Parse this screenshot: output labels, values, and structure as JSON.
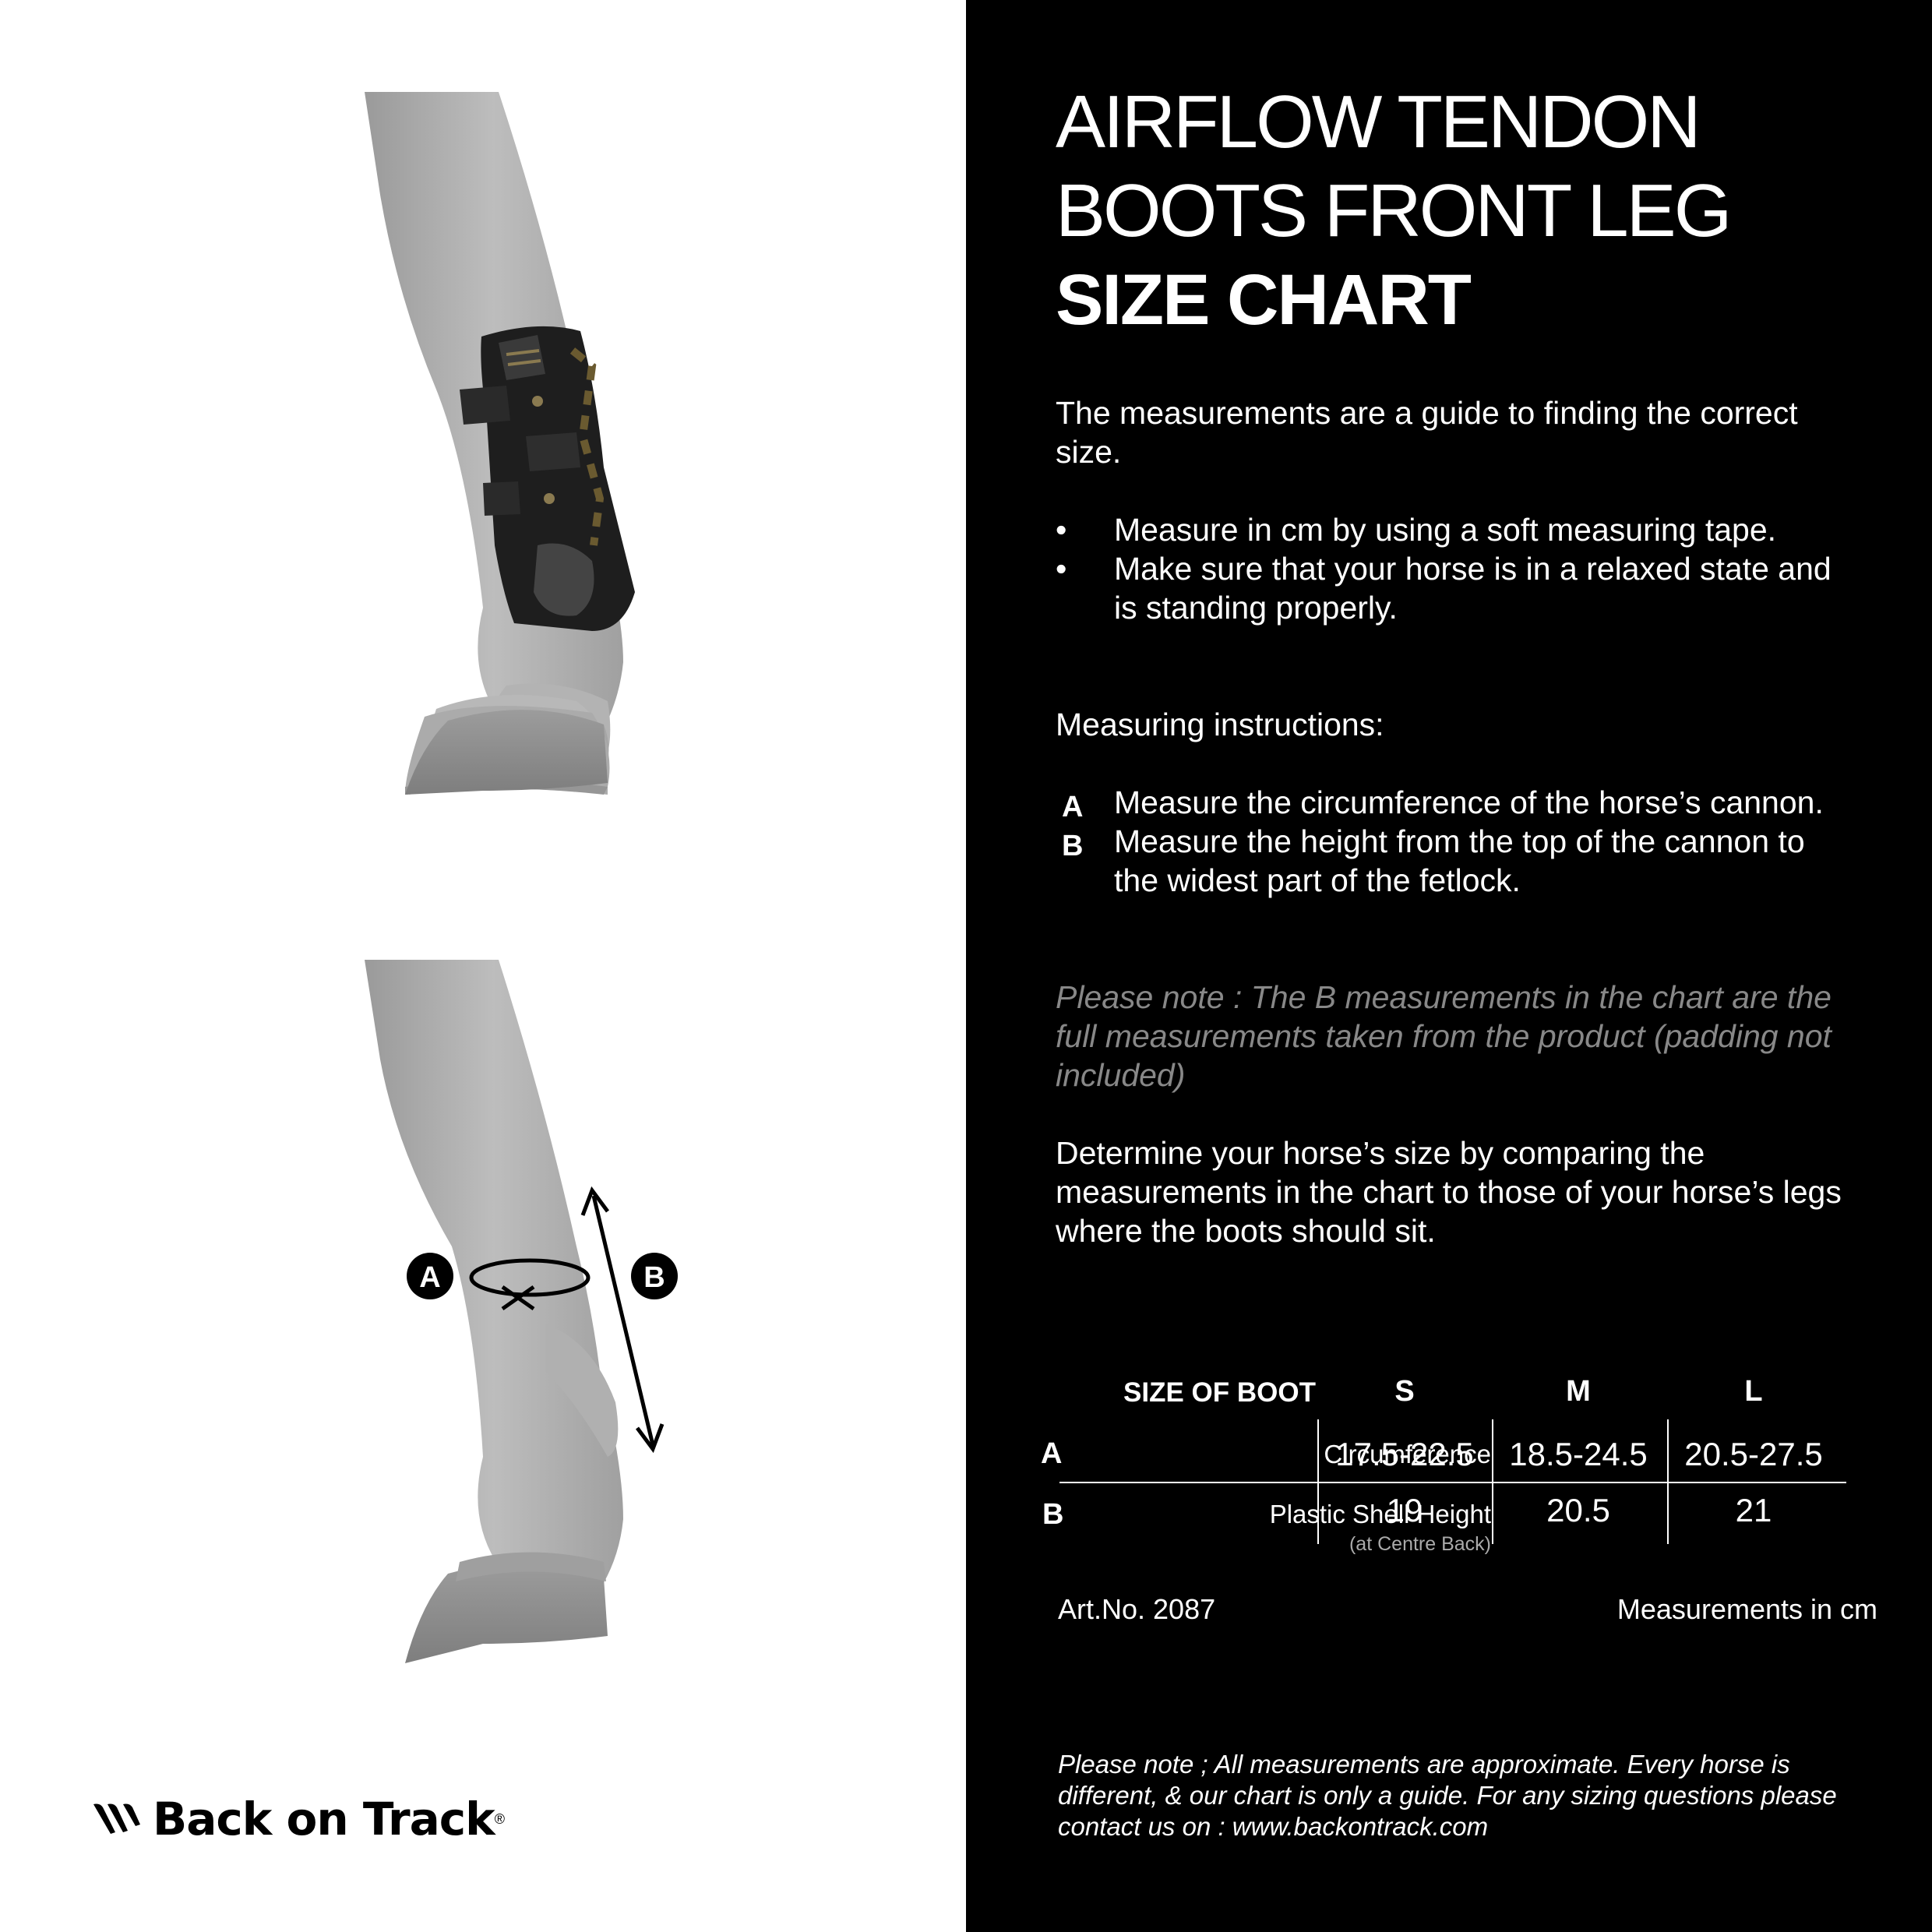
{
  "title_line1": "AIRFLOW TENDON",
  "title_line2": "BOOTS FRONT LEG",
  "title_line3": "SIZE CHART",
  "intro": "The measurements are a guide to finding the correct size.",
  "bullets": [
    "Measure in cm by using a soft measuring tape.",
    "Make sure that your horse is in a relaxed state and is standing properly."
  ],
  "bullet_symbol": "•",
  "instructions_heading": "Measuring instructions:",
  "instructions": [
    {
      "letter": "A",
      "text": "Measure the circumference of the horse’s cannon."
    },
    {
      "letter": "B",
      "text": "Measure the height from the top of the cannon to the widest part of the fetlock."
    }
  ],
  "note": "Please note : The B measurements in the chart are the full measurements taken from the product (padding not included)",
  "determine": "Determine your horse’s size by comparing the measurements in the chart to those of your horse’s legs where the boots should sit.",
  "table": {
    "header_label": "SIZE OF BOOT",
    "sizes": [
      "S",
      "M",
      "L"
    ],
    "rows": [
      {
        "letter": "A",
        "label": "Circumference",
        "sublabel": "",
        "values": [
          "17.5-22.5",
          "18.5-24.5",
          "20.5-27.5"
        ]
      },
      {
        "letter": "B",
        "label": "Plastic Shell Height",
        "sublabel": "(at Centre Back)",
        "values": [
          "19",
          "20.5",
          "21"
        ]
      }
    ]
  },
  "art_no": "Art.No. 2087",
  "units_note": "Measurements in cm",
  "footnote": "Please note ; All measurements are approximate. Every horse is different, & our chart is only a guide. For any sizing questions please contact us on : www.backontrack.com",
  "diagram_labels": {
    "a": "A",
    "b": "B"
  },
  "logo": {
    "text": "Back on Track",
    "reg": "®"
  },
  "colors": {
    "panel": "#000000",
    "leg": "#a8a8a8",
    "hoof": "#8a8a8a",
    "boot": "#1e1e1e",
    "note": "#888888"
  },
  "icons": [
    "horse-leg-with-boot-illustration",
    "horse-leg-measurement-illustration",
    "brand-logo-icon"
  ]
}
